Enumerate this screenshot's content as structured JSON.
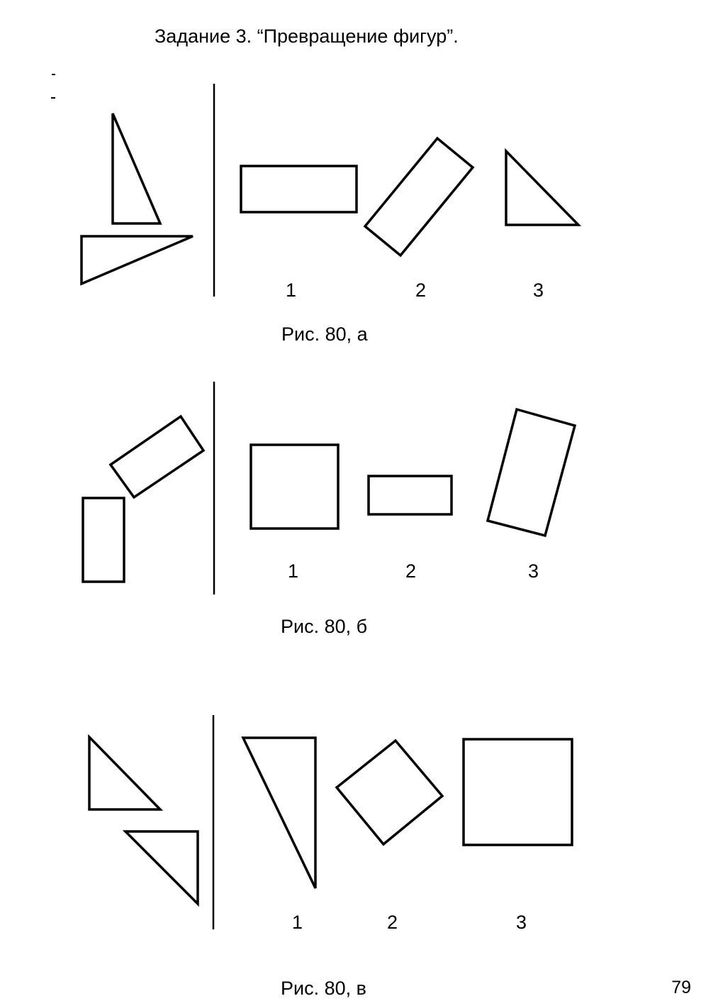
{
  "page": {
    "title": "Задание 3. “Превращение фигур”.",
    "page_number": "79"
  },
  "figures": [
    {
      "caption": "Рис. 80, а",
      "option_numbers": [
        "1",
        "2",
        "3"
      ],
      "source_shapes": [
        "right-triangle",
        "right-triangle"
      ],
      "option_shapes": [
        "rectangle",
        "rotated-rectangle",
        "right-triangle"
      ]
    },
    {
      "caption": "Рис. 80, б",
      "option_numbers": [
        "1",
        "2",
        "3"
      ],
      "source_shapes": [
        "rotated-rectangle",
        "rectangle"
      ],
      "option_shapes": [
        "square",
        "rectangle",
        "rotated-rectangle"
      ]
    },
    {
      "caption": "Рис. 80, в",
      "option_numbers": [
        "1",
        "2",
        "3"
      ],
      "source_shapes": [
        "right-triangle",
        "right-triangle"
      ],
      "option_shapes": [
        "triangle",
        "rotated-square",
        "square"
      ]
    }
  ]
}
